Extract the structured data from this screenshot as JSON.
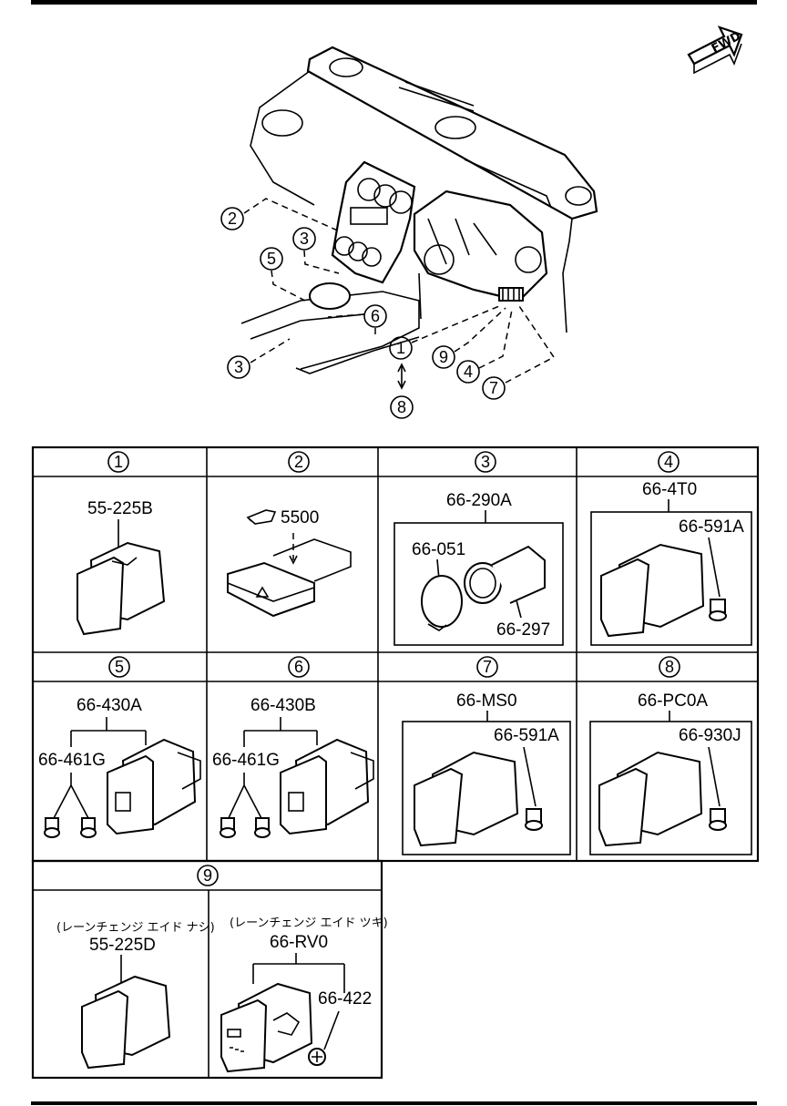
{
  "fwd_label": "FWD",
  "callouts": {
    "c1": "1",
    "c2": "2",
    "c3a": "3",
    "c3b": "3",
    "c4": "4",
    "c5": "5",
    "c6": "6",
    "c7": "7",
    "c8": "8",
    "c9": "9"
  },
  "cells": {
    "cell1": {
      "header": "1",
      "part": "55-225B"
    },
    "cell2": {
      "header": "2",
      "ref": "5500"
    },
    "cell3": {
      "header": "3",
      "assy": "66-290A",
      "p1": "66-051",
      "p2": "66-297"
    },
    "cell4": {
      "header": "4",
      "assy": "66-4T0",
      "p1": "66-591A"
    },
    "cell5": {
      "header": "5",
      "assy": "66-430A",
      "p1": "66-461G"
    },
    "cell6": {
      "header": "6",
      "assy": "66-430B",
      "p1": "66-461G"
    },
    "cell7": {
      "header": "7",
      "assy": "66-MS0",
      "p1": "66-591A"
    },
    "cell8": {
      "header": "8",
      "assy": "66-PC0A",
      "p1": "66-930J"
    },
    "cell9": {
      "header": "9",
      "left_note": "(レーンチェンジ エイド ナシ)",
      "left_part": "55-225D",
      "right_note": "(レーンチェンジ エイド ツキ)",
      "right_assy": "66-RV0",
      "right_p1": "66-422"
    }
  }
}
